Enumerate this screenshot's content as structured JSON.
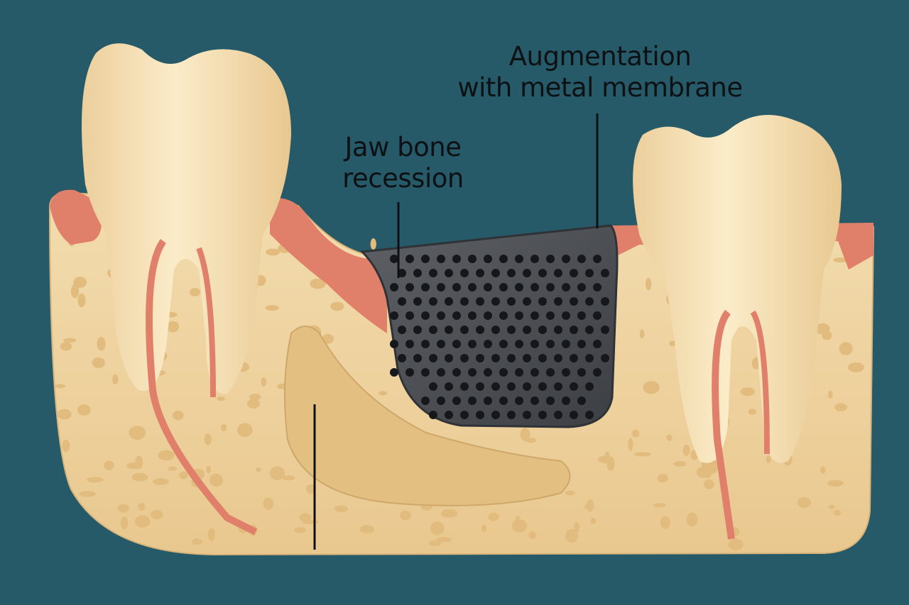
{
  "labels": {
    "augmentation": "Augmentation\nwith metal membrane",
    "augmentation_line1": "Augmentation",
    "augmentation_line2": "with metal membrane",
    "jaw_bone_line1": "Jaw bone",
    "jaw_bone_line2": "recession"
  },
  "colors": {
    "background": "#265a68",
    "bone": "#f0d4a0",
    "gum": "#e0806a",
    "tooth": "#f7e2b8",
    "membrane": "#4b4e53"
  }
}
